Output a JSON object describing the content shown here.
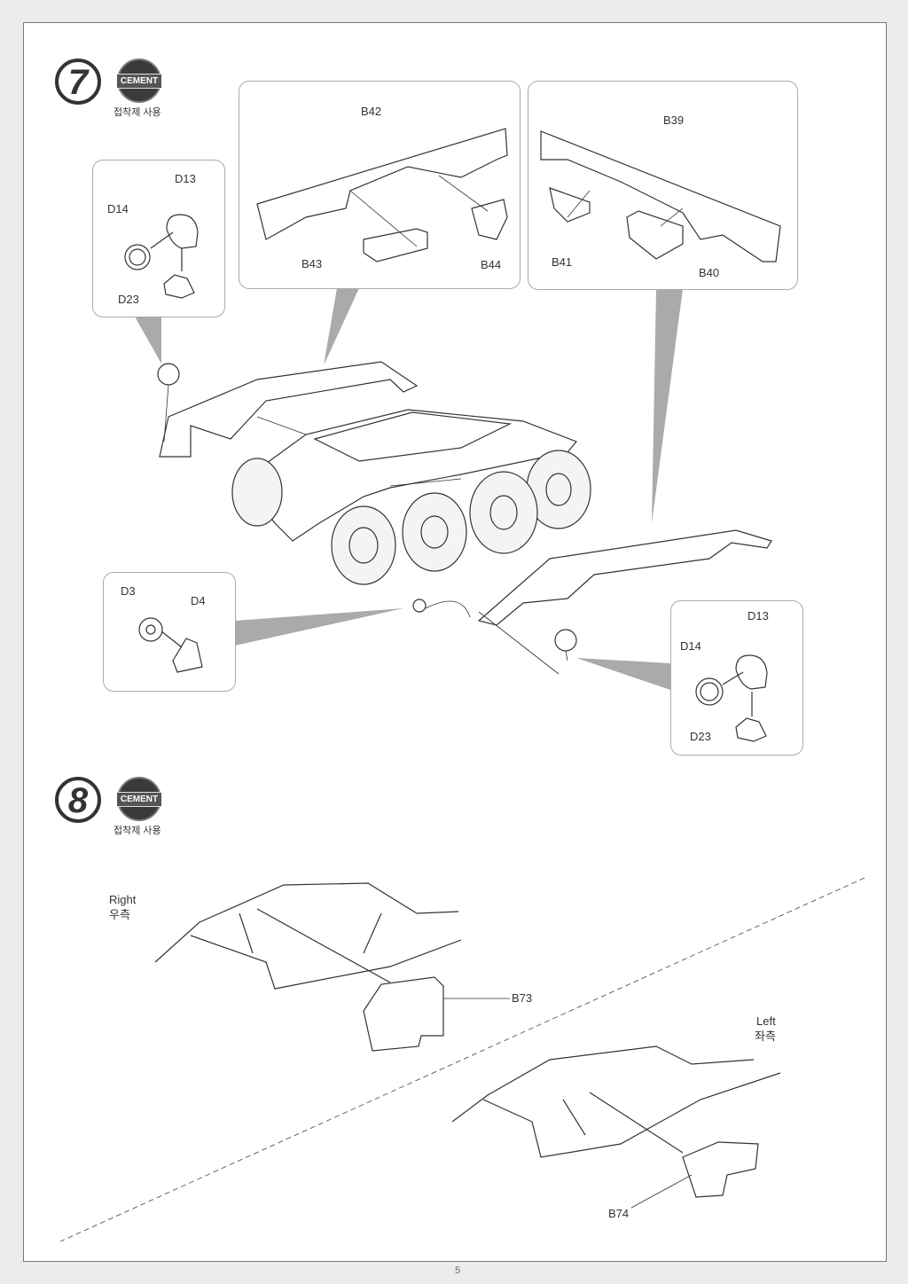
{
  "steps": [
    {
      "number": "7",
      "cement": "CEMENT",
      "cement_ko": "접착제 사용"
    },
    {
      "number": "8",
      "cement": "CEMENT",
      "cement_ko": "접착제 사용"
    }
  ],
  "step7": {
    "box_lamp_left": {
      "d13": "D13",
      "d14": "D14",
      "d23": "D23"
    },
    "box_fender_left": {
      "b42": "B42",
      "b43": "B43",
      "b44": "B44"
    },
    "box_fender_right": {
      "b39": "B39",
      "b41": "B41",
      "b40": "B40"
    },
    "box_mirror": {
      "d3": "D3",
      "d4": "D4"
    },
    "box_lamp_right": {
      "d13": "D13",
      "d14": "D14",
      "d23": "D23"
    }
  },
  "step8": {
    "right_en": "Right",
    "right_ko": "우측",
    "b73": "B73",
    "left_en": "Left",
    "left_ko": "좌측",
    "b74": "B74"
  },
  "page_number": "5"
}
